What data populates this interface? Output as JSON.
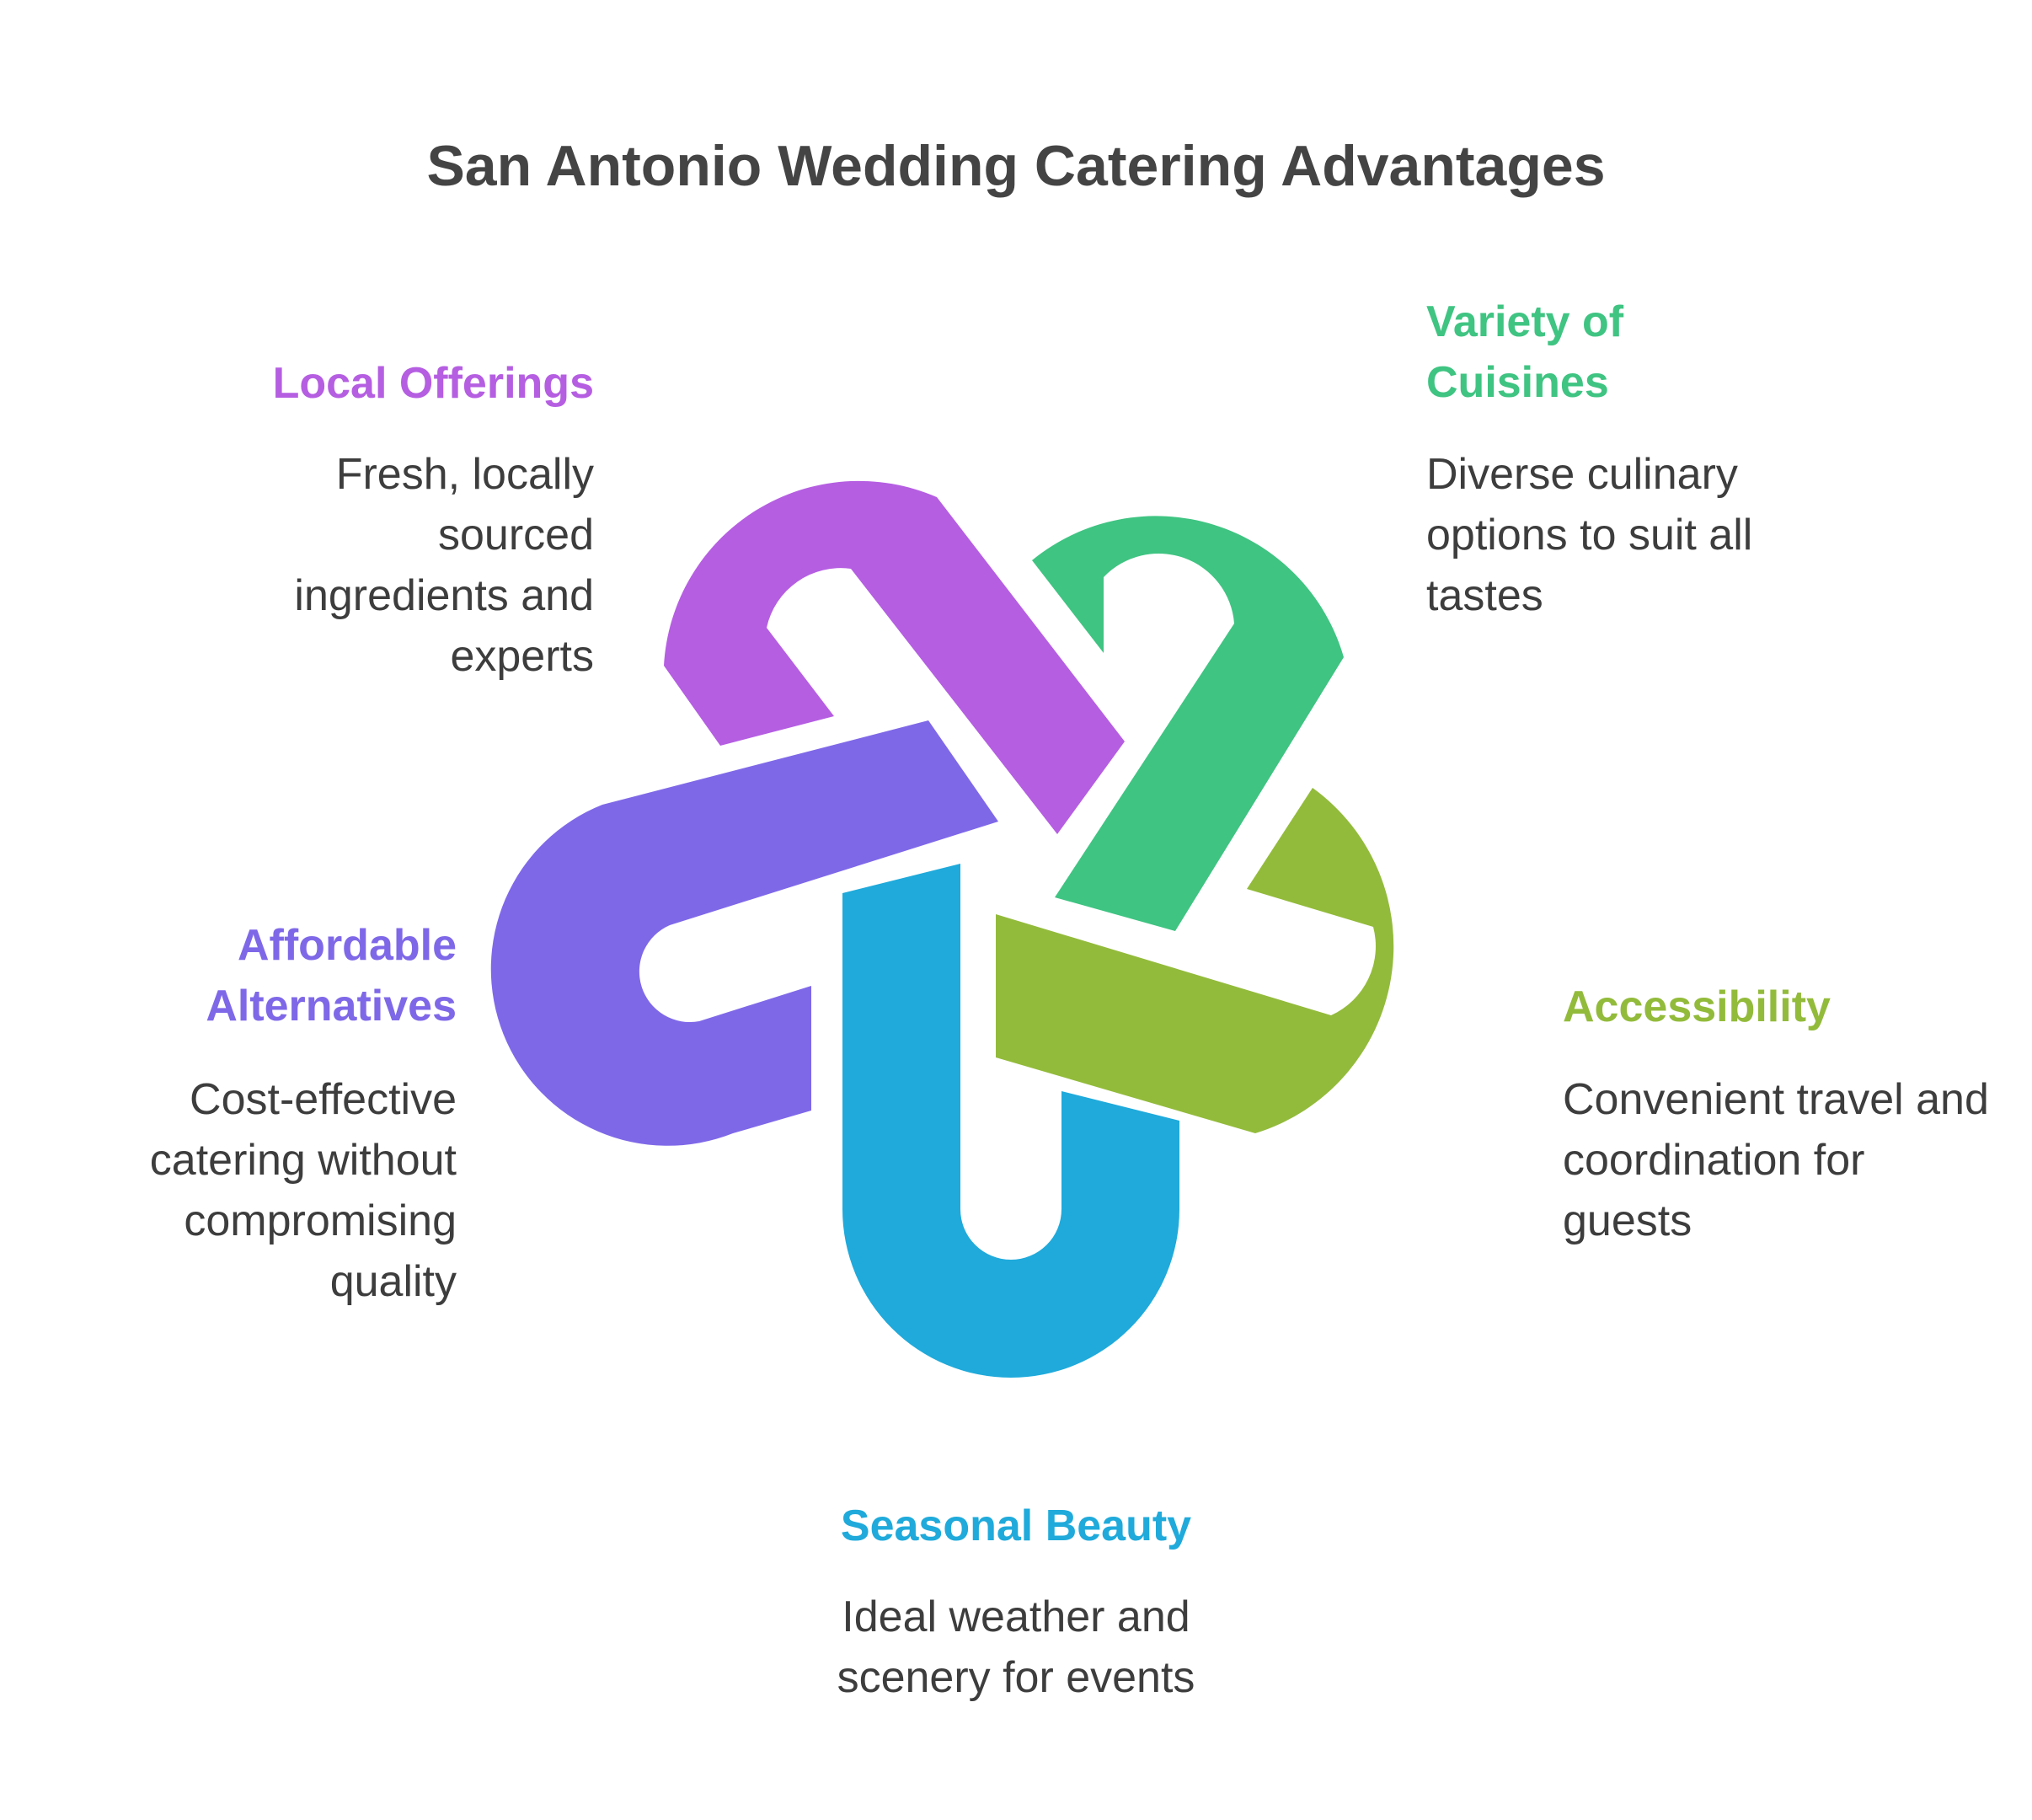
{
  "title": "San Antonio Wedding Catering Advantages",
  "items": [
    {
      "heading": "Local Offerings",
      "description": "Fresh, locally sourced ingredients and experts",
      "color": "#b55ee2"
    },
    {
      "heading": "Variety of Cuisines",
      "description": "Diverse culinary options to suit all tastes",
      "color": "#3fc482"
    },
    {
      "heading": "Accessibility",
      "description": "Convenient travel and coordination for guests",
      "color": "#93bb3b"
    },
    {
      "heading": "Seasonal Beauty",
      "description": "Ideal weather and scenery for events",
      "color": "#1faadb"
    },
    {
      "heading": "Affordable Alternatives",
      "description": "Cost-effective catering without compromising quality",
      "color": "#7f68e8"
    }
  ]
}
